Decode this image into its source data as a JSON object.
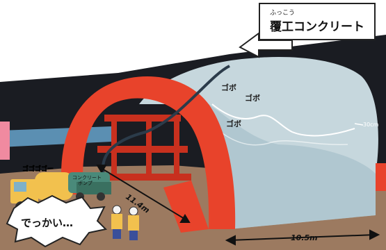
{
  "callout": {
    "ruby": "ふっこう",
    "title": "覆工コンクリート"
  },
  "sound_effects": [
    "ゴボ",
    "ゴボ",
    "ゴボ",
    "ゴゴゴゴー"
  ],
  "truck_label_line1": "コンクリート",
  "truck_label_line2": "ポンプ",
  "thickness_label": "30cm",
  "length_label": "11.4m",
  "width_label": "10.5m",
  "speech_bubble": "でっかい…"
}
